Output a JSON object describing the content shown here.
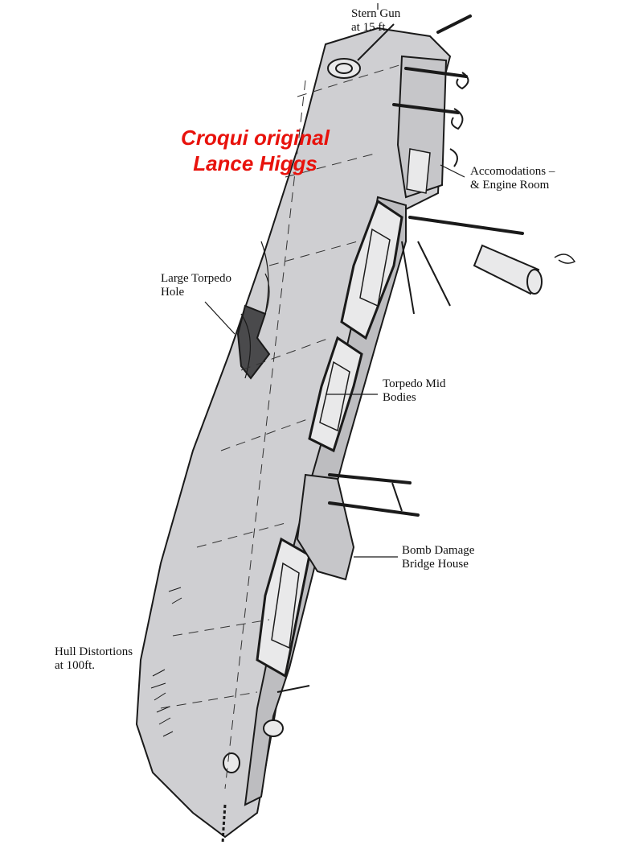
{
  "credit": {
    "line1": "Croqui original",
    "line2": "Lance Higgs",
    "color": "#e8120c"
  },
  "labels": {
    "stern_gun": [
      "Stern Gun",
      "at 15  ft."
    ],
    "accommodations": [
      "Accomodations –",
      "& Engine Room"
    ],
    "torpedo_hole": [
      "Large Torpedo",
      "Hole"
    ],
    "torpedo_mid": [
      "Torpedo Mid",
      "Bodies"
    ],
    "bomb_damage": [
      "Bomb Damage",
      "Bridge House"
    ],
    "hull_distortions": [
      "Hull Distortions",
      "at 100ft."
    ]
  },
  "colors": {
    "hull_fill": "#cfcfd2",
    "deck_fill": "#bdbdc0",
    "hatch_fill": "#e9e9ea",
    "ink": "#1a1a1a"
  }
}
